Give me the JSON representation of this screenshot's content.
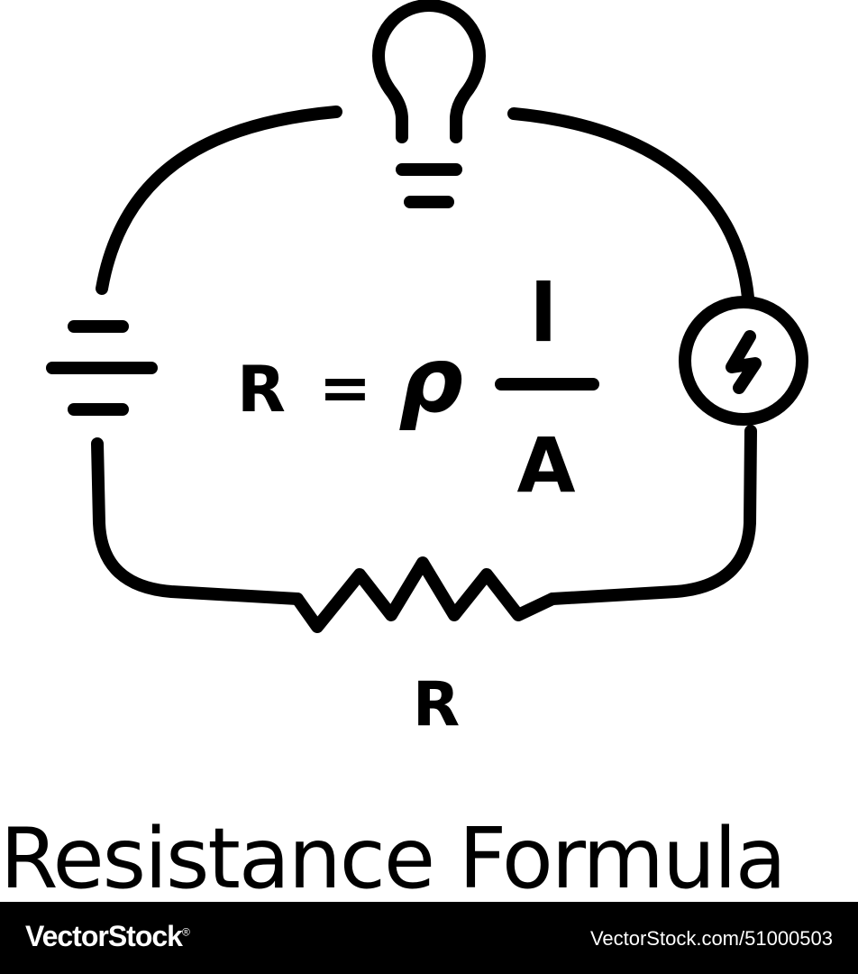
{
  "diagram": {
    "formula": {
      "left_symbol": "R",
      "equals": "=",
      "rho": "ρ",
      "numerator": "l",
      "denominator": "A"
    },
    "resistor_label": "R",
    "icons": {
      "bulb": "light-bulb-icon",
      "battery": "battery-icon",
      "source": "lightning-bolt-icon",
      "resistor": "resistor-zigzag-icon"
    }
  },
  "title": "Resistance Formula",
  "footer": {
    "brand": "VectorStock",
    "brand_mark": "®",
    "image_id": "VectorStock.com/51000503"
  },
  "colors": {
    "line": "#000000",
    "background": "#ffffff",
    "footer_bg": "#000000",
    "footer_text": "#ffffff"
  }
}
